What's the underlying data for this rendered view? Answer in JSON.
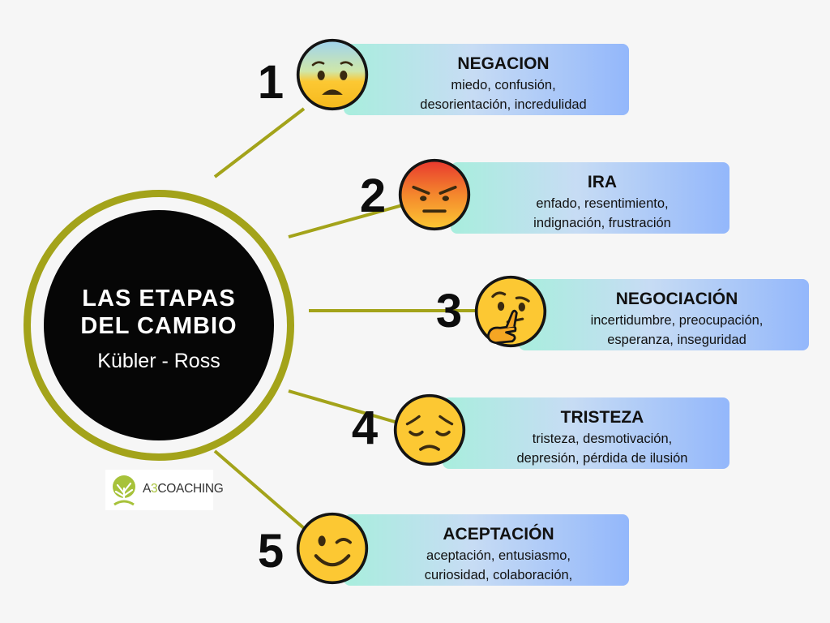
{
  "hub": {
    "title_line1": "LAS ETAPAS",
    "title_line2": "DEL CAMBIO",
    "subtitle": "Kübler - Ross"
  },
  "stages": [
    {
      "number": "1",
      "name": "NEGACION",
      "line1": "miedo, confusión,",
      "line2": "desorientación, incredulidad",
      "emoji": "anxious-face-icon"
    },
    {
      "number": "2",
      "name": "IRA",
      "line1": "enfado, resentimiento,",
      "line2": "indignación, frustración",
      "emoji": "angry-face-icon"
    },
    {
      "number": "3",
      "name": "NEGOCIACIÓN",
      "line1": "incertidumbre, preocupación,",
      "line2": "esperanza, inseguridad",
      "emoji": "thinking-face-icon"
    },
    {
      "number": "4",
      "name": "TRISTEZA",
      "line1": "tristeza, desmotivación,",
      "line2": "depresión, pérdida de ilusión",
      "emoji": "pensive-face-icon"
    },
    {
      "number": "5",
      "name": "ACEPTACIÓN",
      "line1": "aceptación, entusiasmo,",
      "line2": "curiosidad, colaboración,",
      "emoji": "winking-face-icon"
    }
  ],
  "logo": {
    "brand_prefix": "A",
    "brand_digit": "3",
    "brand_suffix": "COACHING",
    "icon": "tree-icon"
  },
  "colors": {
    "connector": "#a3a31a",
    "hub_core": "#060606",
    "card_start": "#a8eedd",
    "card_end": "#93b7fb",
    "emoji_yellow": "#fcc833",
    "logo_green": "#a7c23a"
  }
}
